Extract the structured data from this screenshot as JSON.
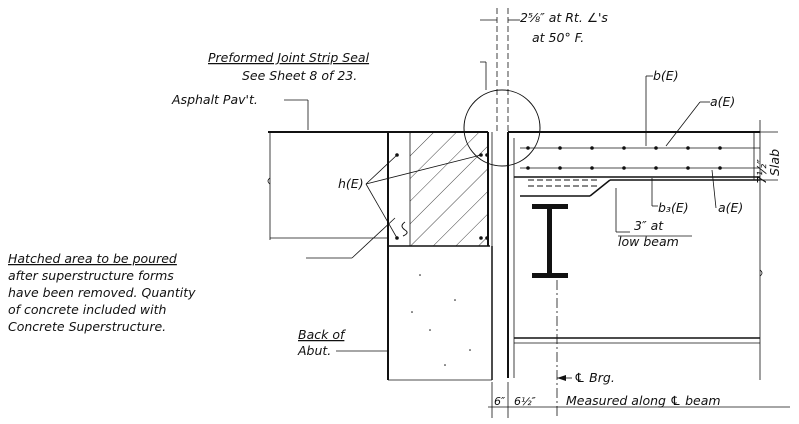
{
  "labels": {
    "top_dim_line1": "2⅝″ at Rt. ∠'s",
    "top_dim_line2": "at 50° F.",
    "seal_line1": "Preformed Joint Strip Seal",
    "seal_line2": "See Sheet 8 of 23.",
    "asphalt": "Asphalt Pav't.",
    "b_e": "b(E)",
    "a_e_top": "a(E)",
    "slab_dim": "7½″",
    "slab_word": "Slab",
    "h_e": "h(E)",
    "b3_e": "b₃(E)",
    "a_e_bottom": "a(E)",
    "low_beam_line1": "3″ at",
    "low_beam_line2": "low beam",
    "hatch_line1": "Hatched area to be poured",
    "hatch_line2": "after superstructure forms",
    "hatch_line3": "have been removed. Quantity",
    "hatch_line4": "of concrete included with",
    "hatch_line5": "Concrete Superstructure.",
    "back_line1": "Back of",
    "back_line2": "Abut.",
    "brg": "℄ Brg.",
    "dim_6": "6″",
    "dim_6half": "6½″",
    "measured": "Measured along ℄ beam"
  }
}
